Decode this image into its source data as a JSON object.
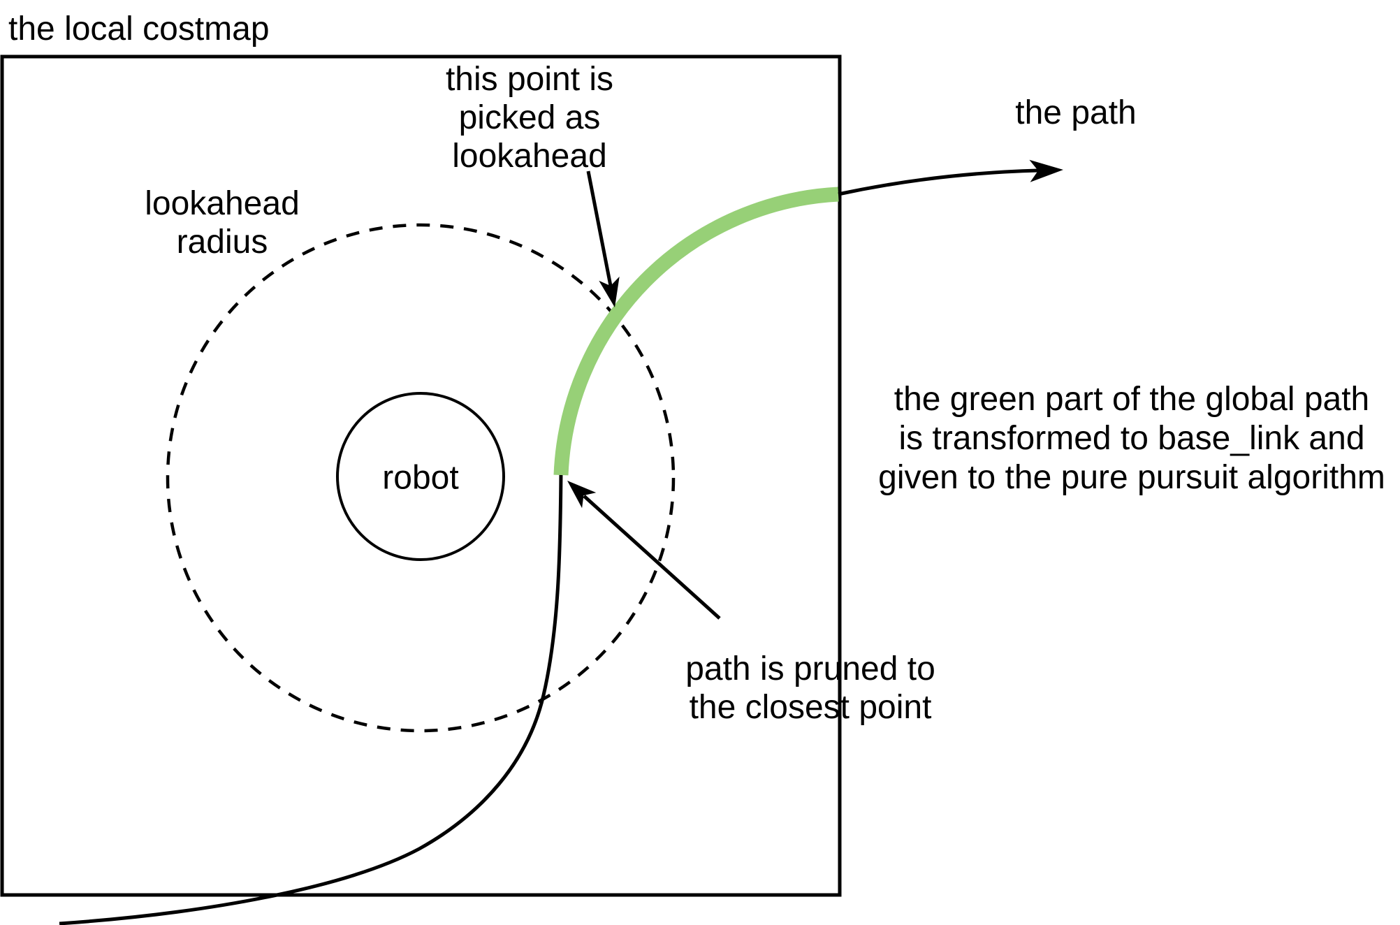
{
  "labels": {
    "costmap": "the local costmap",
    "lookahead_point_lines": [
      "this point is",
      "picked as",
      "lookahead"
    ],
    "lookahead_radius_lines": [
      "lookahead",
      "radius"
    ],
    "robot": "robot",
    "path": "the path",
    "green_part_lines": [
      "the green part of the global path",
      "is transformed to base_link and",
      "given to the pure pursuit algorithm"
    ],
    "pruned_lines": [
      "path is pruned to",
      "the closest point"
    ]
  },
  "colors": {
    "green_path": "#97d077",
    "line": "#000000",
    "text": "#000000",
    "background": "#ffffff"
  }
}
